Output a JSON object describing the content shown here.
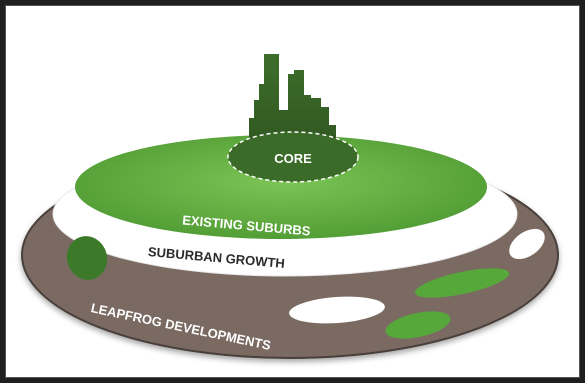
{
  "labels": {
    "core": "CORE",
    "existing_suburbs": "EXISTING SUBURBS",
    "suburban_growth": "SUBURBAN GROWTH",
    "leapfrog_developments": "LEAPFROG DEVELOPMENTS"
  },
  "colors": {
    "leapfrog_ring": "#7a6b62",
    "suburban_growth_ring": "#ffffff",
    "existing_suburbs_fill": "#4f9a33",
    "existing_suburbs_light": "#6bb84a",
    "core_building": "#3b6b28",
    "core_label": "#ffffff",
    "text_dark": "#2b2b2b",
    "text_light": "#ffffff",
    "patch_green": "#4f9a33",
    "patch_dark_green": "#3c7a2a",
    "patch_white": "#ffffff"
  }
}
